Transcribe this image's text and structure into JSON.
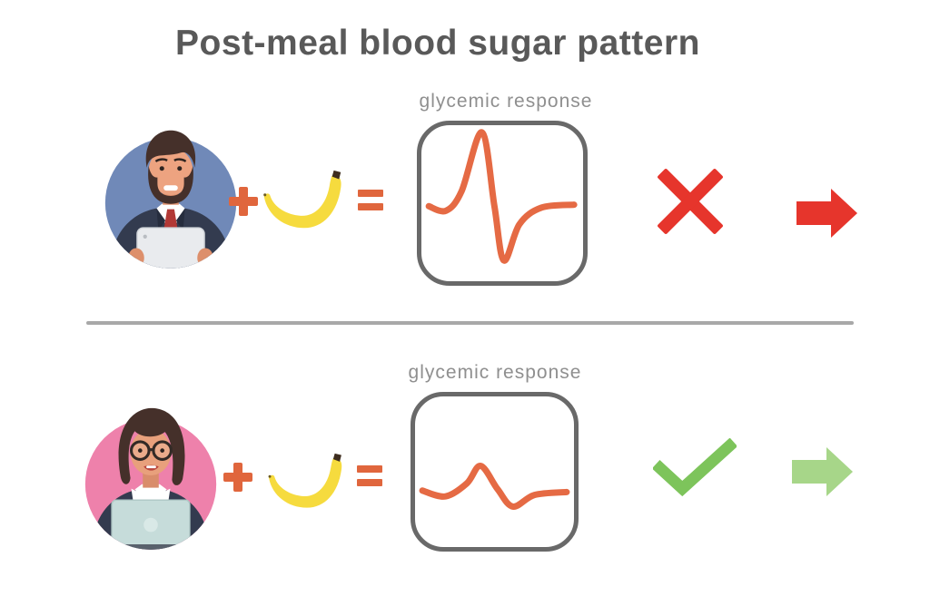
{
  "title": "Post-meal blood sugar pattern",
  "colors": {
    "title": "#595959",
    "label": "#8f8f8f",
    "accent-orange": "#e0663d",
    "curve-orange": "#e56a44",
    "red": "#e6352c",
    "green": "#7dc45b",
    "green-light": "#a7d689",
    "box-border": "#696969",
    "divider": "#a8a8a8",
    "man-circle": "#7089b8",
    "woman-circle": "#ee81ab",
    "banana-yellow": "#f6db3e"
  },
  "rows": [
    {
      "person": "man with beard holding tablet",
      "food": "banana",
      "operator_plus": "+",
      "operator_equals": "=",
      "chart_label": "glycemic response",
      "curve_shape": "large spike above baseline followed by deep dip below baseline",
      "curve_points": [
        [
          3,
          52
        ],
        [
          14,
          55
        ],
        [
          24,
          42
        ],
        [
          37,
          3
        ],
        [
          45,
          52
        ],
        [
          51,
          88
        ],
        [
          61,
          64
        ],
        [
          75,
          53
        ],
        [
          96,
          51
        ]
      ],
      "verdict_icon": "x-mark",
      "verdict_meaning": "bad response",
      "arrow_icon": "arrow-right"
    },
    {
      "person": "woman with glasses using laptop",
      "food": "banana",
      "operator_plus": "+",
      "operator_equals": "=",
      "chart_label": "glycemic response",
      "curve_shape": "small gentle bump followed by shallow dip, near-flat baseline",
      "curve_points": [
        [
          3,
          63
        ],
        [
          18,
          67
        ],
        [
          32,
          58
        ],
        [
          41,
          46
        ],
        [
          52,
          62
        ],
        [
          62,
          74
        ],
        [
          76,
          66
        ],
        [
          97,
          64
        ]
      ],
      "verdict_icon": "check-mark",
      "verdict_meaning": "good response",
      "arrow_icon": "arrow-right"
    }
  ]
}
